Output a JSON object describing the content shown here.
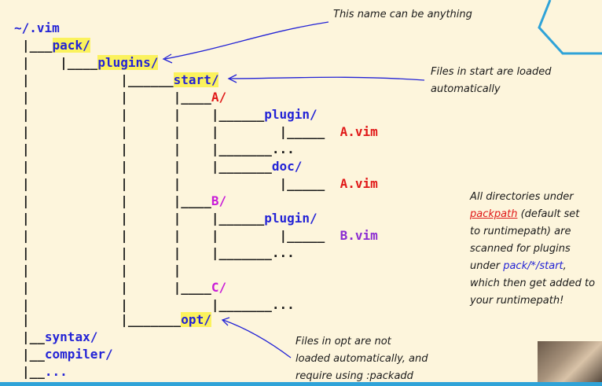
{
  "tree": {
    "root": "~/.vim",
    "pack": "pack/",
    "plugins": "plugins/",
    "start": "start/",
    "a_dir": "A/",
    "a_plugin": "plugin/",
    "a_vim": "A.vim",
    "a_more": "...",
    "a_doc": "doc/",
    "a_doc_vim": "A.vim",
    "b_dir": "B/",
    "b_plugin": "plugin/",
    "b_vim": "B.vim",
    "b_more": "...",
    "c_dir": "C/",
    "c_more": "...",
    "opt": "opt/",
    "syntax": "syntax/",
    "compiler": "compiler/",
    "more": "..."
  },
  "notes": {
    "name_anything": "This name can be anything",
    "start_line1": "Files in start are loaded",
    "start_line2": "automatically",
    "opt_line1": "Files in opt are not",
    "opt_line2": "loaded automatically, and",
    "opt_line3": "require using :packadd",
    "dirs_line1": "All directories under",
    "dirs_packpath": "packpath",
    "dirs_line2_rest": " (default set",
    "dirs_line3": "to runtimepath) are",
    "dirs_line4": "scanned for plugins",
    "dirs_line5_pre": "under ",
    "dirs_pattern": "pack/*/start",
    "dirs_line5_post": ",",
    "dirs_line6": "which then get added to",
    "dirs_line7": "your runtimepath!"
  },
  "colors": {
    "directory": "#2323d6",
    "plugin_a": "#e01818",
    "plugin_b": "#8a2ad2",
    "plugin_c": "#c81ad8",
    "highlight": "#fbf25d",
    "background": "#fdf5dc",
    "accent": "#2fa3d8"
  }
}
